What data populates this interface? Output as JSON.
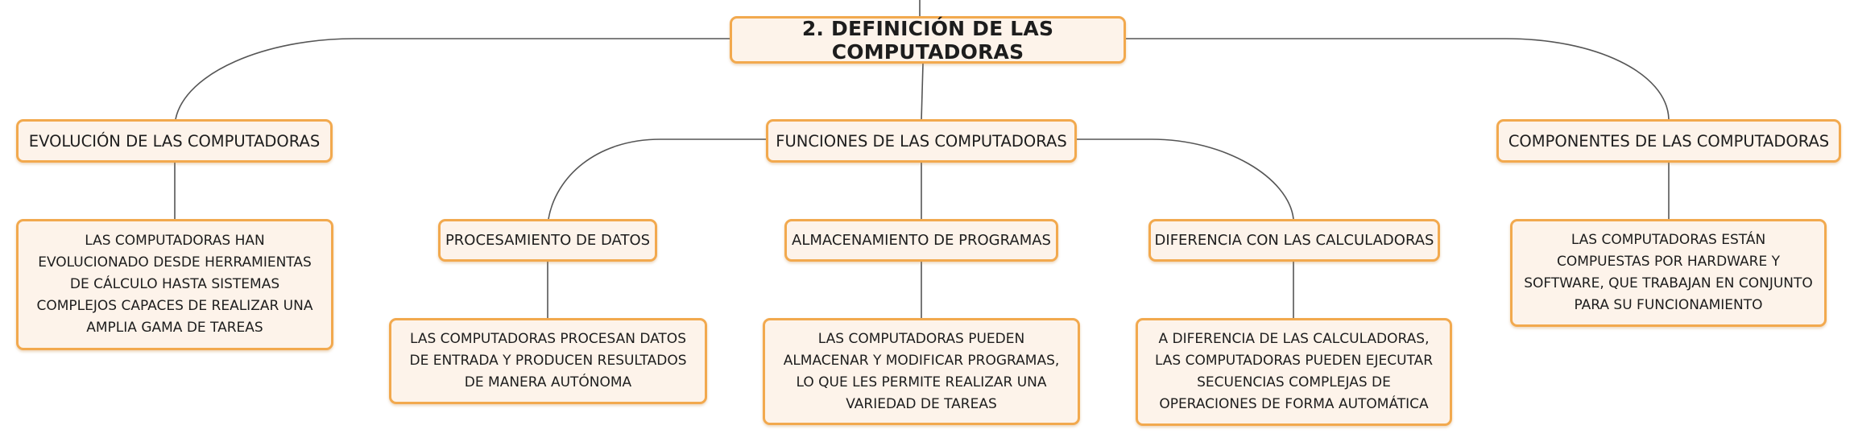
{
  "map": {
    "root": {
      "label": "2. DEFINICIÓN DE LAS COMPUTADORAS"
    },
    "topics": {
      "evolucion": {
        "label": "EVOLUCIÓN DE LAS COMPUTADORAS",
        "detail": "LAS COMPUTADORAS HAN EVOLUCIONADO DESDE HERRAMIENTAS DE CÁLCULO HASTA SISTEMAS COMPLEJOS CAPACES DE REALIZAR UNA AMPLIA GAMA DE TAREAS"
      },
      "funciones": {
        "label": "FUNCIONES DE LAS COMPUTADORAS",
        "subtopics": {
          "procesamiento": {
            "label": "PROCESAMIENTO DE DATOS",
            "detail": "LAS COMPUTADORAS PROCESAN DATOS DE ENTRADA Y PRODUCEN RESULTADOS DE MANERA AUTÓNOMA"
          },
          "almacenamiento": {
            "label": "ALMACENAMIENTO DE PROGRAMAS",
            "detail": "LAS COMPUTADORAS PUEDEN ALMACENAR Y MODIFICAR PROGRAMAS, LO QUE LES PERMITE REALIZAR UNA VARIEDAD DE TAREAS"
          },
          "diferencia": {
            "label": "DIFERENCIA CON LAS CALCULADORAS",
            "detail": "A DIFERENCIA DE LAS CALCULADORAS, LAS COMPUTADORAS PUEDEN EJECUTAR SECUENCIAS COMPLEJAS DE OPERACIONES DE FORMA AUTOMÁTICA"
          }
        }
      },
      "componentes": {
        "label": "COMPONENTES DE LAS COMPUTADORAS",
        "detail": "LAS COMPUTADORAS ESTÁN COMPUESTAS POR HARDWARE Y SOFTWARE, QUE TRABAJAN EN CONJUNTO PARA SU FUNCIONAMIENTO"
      }
    }
  },
  "colors": {
    "node_border": "#f2a94e",
    "node_fill": "#fdf3ea",
    "connector": "#555555",
    "text": "#1d1d1d"
  }
}
